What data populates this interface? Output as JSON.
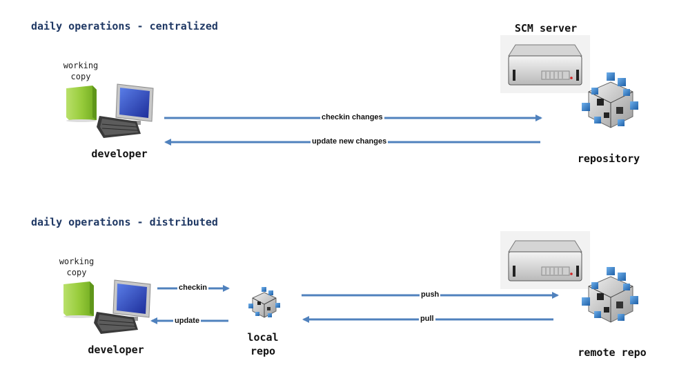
{
  "centralized": {
    "title": "daily operations - centralized",
    "working_copy": "working\ncopy",
    "developer": "developer",
    "server": "SCM server",
    "repository": "repository",
    "arrow_to_repo": "checkin changes",
    "arrow_from_repo": "update new changes"
  },
  "distributed": {
    "title": "daily operations - distributed",
    "working_copy": "working\ncopy",
    "developer": "developer",
    "local_repo": "local\nrepo",
    "remote_repo": "remote repo",
    "arrow_checkin": "checkin",
    "arrow_update": "update",
    "arrow_push": "push",
    "arrow_pull": "pull"
  },
  "colors": {
    "arrow": "#4f81bd",
    "title": "#1f3864",
    "working_copy_green": "#8cc63f",
    "cube_blue": "#3d86c6"
  }
}
